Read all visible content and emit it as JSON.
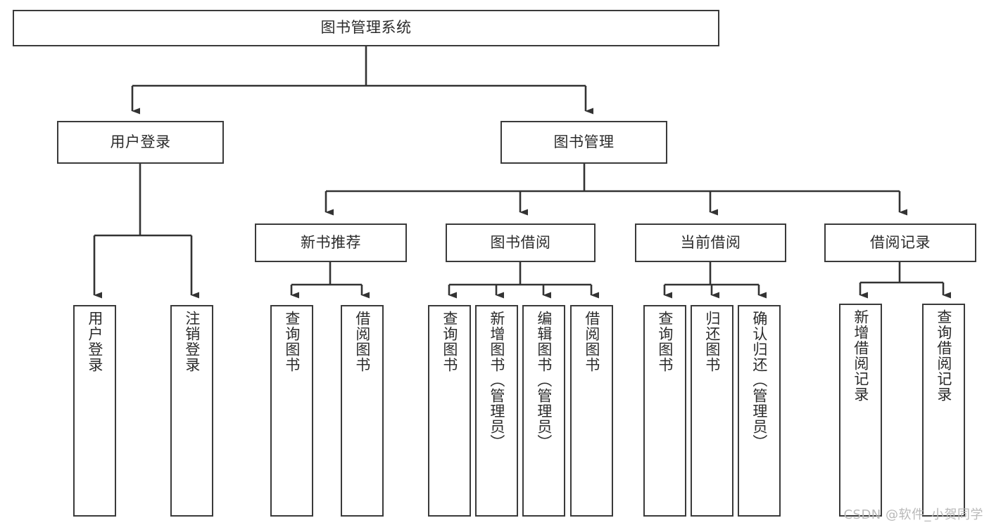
{
  "diagram": {
    "title": "图书管理系统",
    "style": {
      "box_border_color": "#3a3a3a",
      "box_fill_color": "#ffffff",
      "connector_color": "#333333",
      "text_color": "#2b2b2b",
      "background": "#ffffff"
    },
    "levels": {
      "root": {
        "label": "图书管理系统"
      },
      "level2": [
        {
          "label": "用户登录"
        },
        {
          "label": "图书管理"
        }
      ],
      "level3": [
        {
          "label": "新书推荐"
        },
        {
          "label": "图书借阅"
        },
        {
          "label": "当前借阅"
        },
        {
          "label": "借阅记录"
        }
      ],
      "leaves": [
        {
          "label": "用户登录",
          "parent": "用户登录"
        },
        {
          "label": "注销登录",
          "parent": "用户登录"
        },
        {
          "label": "查询图书",
          "parent": "新书推荐"
        },
        {
          "label": "借阅图书",
          "parent": "新书推荐"
        },
        {
          "label": "查询图书",
          "parent": "图书借阅"
        },
        {
          "label": "新增图书（管理员）",
          "parent": "图书借阅"
        },
        {
          "label": "编辑图书（管理员）",
          "parent": "图书借阅"
        },
        {
          "label": "借阅图书",
          "parent": "图书借阅"
        },
        {
          "label": "查询图书",
          "parent": "当前借阅"
        },
        {
          "label": "归还图书",
          "parent": "当前借阅"
        },
        {
          "label": "确认归还（管理员）",
          "parent": "当前借阅"
        },
        {
          "label": "新增借阅记录",
          "parent": "借阅记录"
        },
        {
          "label": "查询借阅记录",
          "parent": "借阅记录"
        }
      ]
    }
  },
  "watermark": {
    "text": "CSDN @软件_小贺同学"
  }
}
